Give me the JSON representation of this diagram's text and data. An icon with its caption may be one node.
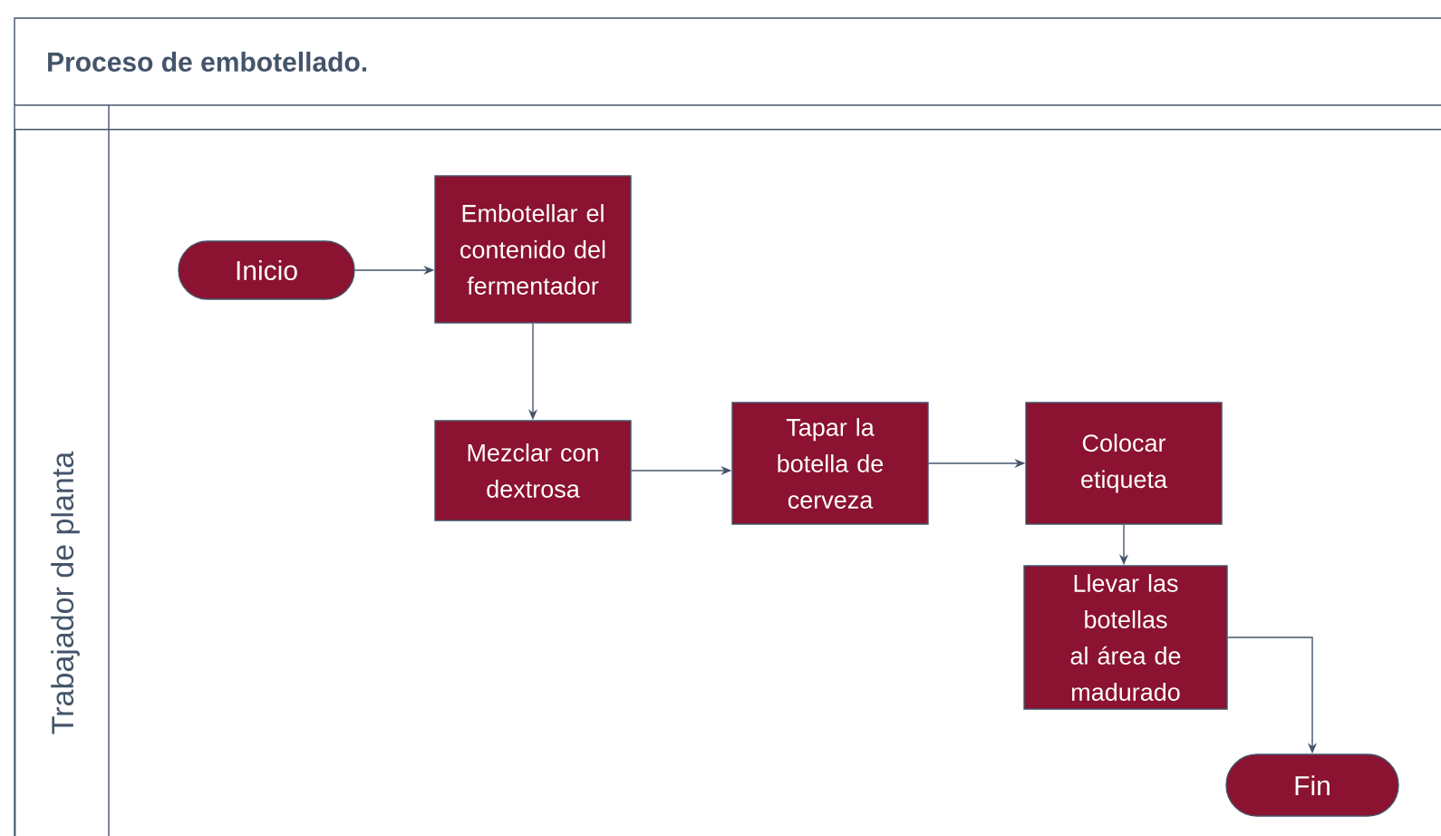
{
  "diagram": {
    "title": "Proceso de embotellado.",
    "nodes": [
      {
        "text": [
          "Trabajador de planta"
        ]
      },
      {
        "text": [
          "Inicio"
        ],
        "in": 0
      },
      {
        "text": [
          "Embotellar el contenido del fermentador"
        ],
        "in": 0
      },
      {
        "text": [
          "Mezclar con dextrosa"
        ],
        "in": 0
      },
      {
        "text": [
          "Tapar la botella de cerveza"
        ],
        "in": 0
      },
      {
        "text": [
          "Colocar etiqueta"
        ],
        "in": 0
      },
      {
        "text": [
          "Llevar las botellas al área de madurado"
        ],
        "in": 0
      },
      {
        "text": [
          "Fin"
        ],
        "in": 0
      }
    ],
    "edges": [
      {
        "from": 1,
        "to": 2,
        "arrow": "to"
      },
      {
        "from": 2,
        "to": 3,
        "arrow": "to"
      },
      {
        "from": 3,
        "to": 4,
        "arrow": "to"
      },
      {
        "from": 4,
        "to": 5,
        "arrow": "to"
      },
      {
        "from": 5,
        "to": 6,
        "arrow": "to"
      },
      {
        "from": 6,
        "to": 7,
        "arrow": "to"
      }
    ]
  }
}
